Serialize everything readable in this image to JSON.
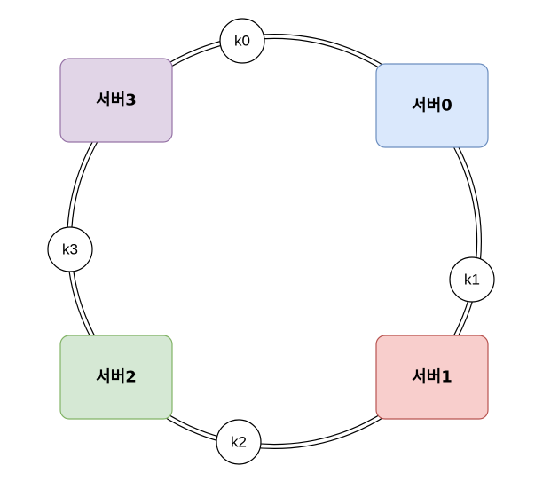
{
  "servers": [
    {
      "id": "server0",
      "label": "서버0",
      "fill": "#dae8fc",
      "stroke": "#6c8ebf"
    },
    {
      "id": "server1",
      "label": "서버1",
      "fill": "#f8cecc",
      "stroke": "#b85450"
    },
    {
      "id": "server2",
      "label": "서버2",
      "fill": "#d5e8d4",
      "stroke": "#82b366"
    },
    {
      "id": "server3",
      "label": "서버3",
      "fill": "#e1d5e7",
      "stroke": "#9673a6"
    }
  ],
  "keys": [
    {
      "id": "k0",
      "label": "k0"
    },
    {
      "id": "k1",
      "label": "k1"
    },
    {
      "id": "k2",
      "label": "k2"
    },
    {
      "id": "k3",
      "label": "k3"
    }
  ],
  "colors": {
    "ring": "#000000",
    "background": "#ffffff"
  }
}
